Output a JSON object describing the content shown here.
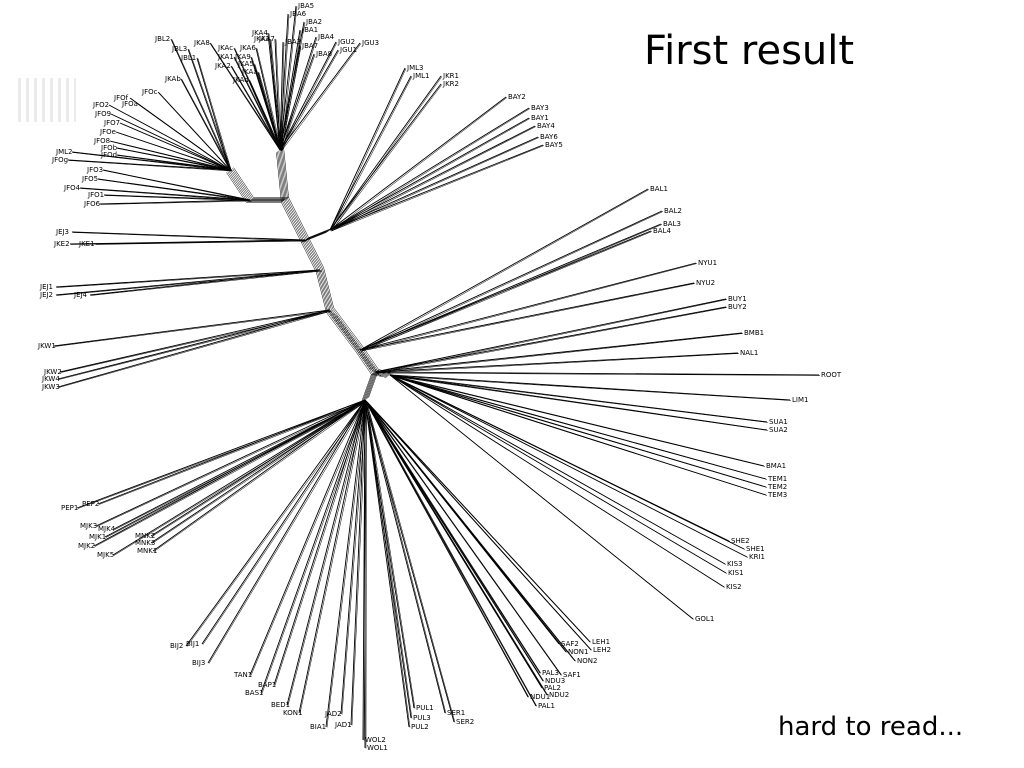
{
  "slide": {
    "title": "First result",
    "caption": "hard to read..."
  },
  "colors": {
    "background": "#ffffff",
    "ink": "#000000"
  },
  "tree": {
    "leaves": [
      "JBA5",
      "JBA6",
      "JBA2",
      "JBA1",
      "JBA4",
      "JBA3",
      "JBA7",
      "JBA8",
      "JGU2",
      "JGU1",
      "JGU3",
      "JKA4",
      "JKA7",
      "JKA3",
      "JKA8",
      "JKAc",
      "JKA6",
      "JKA1",
      "JKA9",
      "JKA2",
      "JKA5",
      "JKAa",
      "JKAd",
      "JKAb",
      "JBL2",
      "JBL3",
      "JBL1",
      "JFOc",
      "JFOf",
      "JFO2",
      "JFOa",
      "JFO9",
      "JFO7",
      "JFOe",
      "JFO8",
      "JFOb",
      "JFOd",
      "JML2",
      "JFOg",
      "JFO3",
      "JFO5",
      "JFO4",
      "JFO1",
      "JFO6",
      "JEJ3",
      "JKE2",
      "JKE1",
      "JEJ1",
      "JEJ2",
      "JEJ4",
      "JKW1",
      "JKW2",
      "JKW4",
      "JKW3",
      "JML3",
      "JML1",
      "JKR1",
      "JKR2",
      "BAY2",
      "BAY3",
      "BAY1",
      "BAY4",
      "BAY6",
      "BAY5",
      "BAL1",
      "BAL2",
      "BAL3",
      "BAL4",
      "NYU1",
      "NYU2",
      "BUY1",
      "BUY2",
      "BMB1",
      "NAL1",
      "ROOT",
      "LIM1",
      "SUA1",
      "SUA2",
      "BMA1",
      "TEM1",
      "TEM2",
      "TEM3",
      "SHE2",
      "SHE1",
      "KRI1",
      "KIS3",
      "KIS1",
      "KIS2",
      "GOL1",
      "LEH1",
      "LEH2",
      "SAF2",
      "NON1",
      "NON2",
      "PAL3",
      "SAF1",
      "NDU3",
      "PAL2",
      "NDU2",
      "NDU1",
      "PAL1",
      "SER1",
      "SER2",
      "PUL1",
      "PUL3",
      "PUL2",
      "WOL2",
      "WOL1",
      "JAD2",
      "JAD1",
      "BIA1",
      "KON1",
      "BED1",
      "BAP1",
      "BAS1",
      "TAN1",
      "BIJ2",
      "BIJ1",
      "BIJ3",
      "PEP1",
      "PEP2",
      "MJK3",
      "MJK4",
      "MJK1",
      "MJK2",
      "MJK5",
      "MNK2",
      "MNK3",
      "MNK1"
    ]
  }
}
